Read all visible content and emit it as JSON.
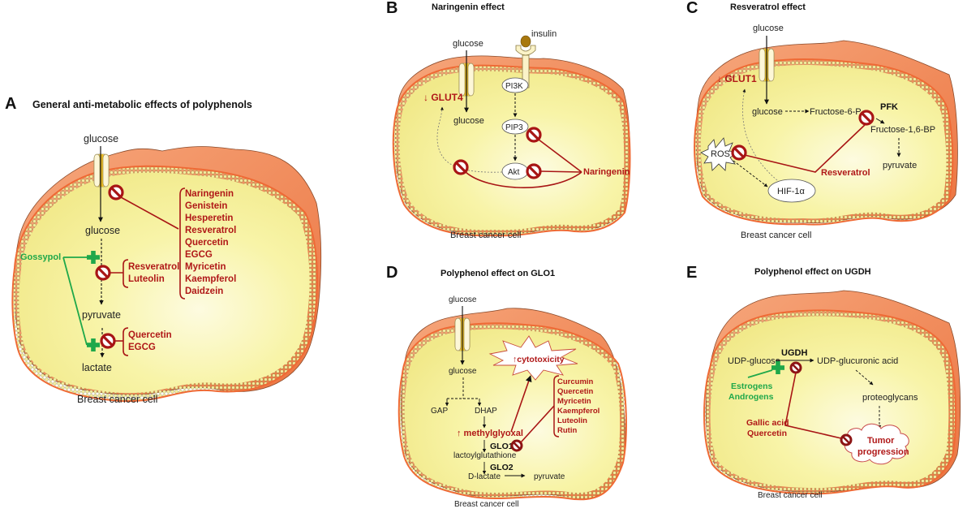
{
  "colors": {
    "inhibit_red": "#b01818",
    "activate_green": "#1fa84a",
    "cytoplasm": "#f7f3a0",
    "membrane_orange": "#ef7a45",
    "outer_orange": "#f39a6b"
  },
  "panels": {
    "A": {
      "letter": "A",
      "title": "General anti-metabolic effects of polyphenols",
      "cell_caption": "Breast cancer cell",
      "glucose_out": "glucose",
      "glucose_in": "glucose",
      "pyruvate": "pyruvate",
      "lactate": "lactate",
      "activator": "Gossypol",
      "transporter_inhibitors": [
        "Naringenin",
        "Genistein",
        "Hesperetin",
        "Resveratrol",
        "Quercetin",
        "EGCG",
        "Myricetin",
        "Kaempferol",
        "Daidzein"
      ],
      "glycolysis_inhibitors": [
        "Resveratrol",
        "Luteolin"
      ],
      "lactate_inhibitors": [
        "Quercetin",
        "EGCG"
      ]
    },
    "B": {
      "letter": "B",
      "title": "Naringenin effect",
      "cell_caption": "Breast cancer cell",
      "glucose_out": "glucose",
      "glucose_in": "glucose",
      "insulin": "insulin",
      "glut": "↓ GLUT4",
      "nodes": [
        "PI3K",
        "PIP3",
        "Akt"
      ],
      "inhibitor": "Naringenin"
    },
    "C": {
      "letter": "C",
      "title": "Resveratrol effect",
      "cell_caption": "Breast cancer cell",
      "glucose_out": "glucose",
      "glucose_in": "glucose",
      "glut": "↓ GLUT1",
      "f6p": "Fructose-6-P",
      "pfk": "PFK",
      "f16bp": "Fructose-1,6-BP",
      "pyruvate": "pyruvate",
      "ros": "ROS",
      "hif": "HIF-1α",
      "inhibitor": "Resveratrol"
    },
    "D": {
      "letter": "D",
      "title": "Polyphenol effect on GLO1",
      "cell_caption": "Breast cancer cell",
      "glucose_out": "glucose",
      "glucose_in": "glucose",
      "gap": "GAP",
      "dhap": "DHAP",
      "methylglyoxal": "↑ methylglyoxal",
      "cytotoxicity": "↑cytotoxicity",
      "glo1": "GLO1",
      "lactoylglutathione": "lactoylglutathione",
      "glo2": "GLO2",
      "dlactate": "D-lactate",
      "pyruvate": "pyruvate",
      "inhibitors": [
        "Curcumin",
        "Quercetin",
        "Myricetin",
        "Kaempferol",
        "Luteolin",
        "Rutin"
      ]
    },
    "E": {
      "letter": "E",
      "title": "Polyphenol effect on UGDH",
      "cell_caption": "Breast cancer cell",
      "udp_glucose": "UDP-glucose",
      "ugdh": "UGDH",
      "udp_gluc_acid": "UDP-glucuronic acid",
      "proteoglycans": "proteoglycans",
      "tumor": [
        "Tumor",
        "progression"
      ],
      "activators": [
        "Estrogens",
        "Androgens"
      ],
      "inhibitors": [
        "Gallic acid",
        "Quercetin"
      ]
    }
  }
}
